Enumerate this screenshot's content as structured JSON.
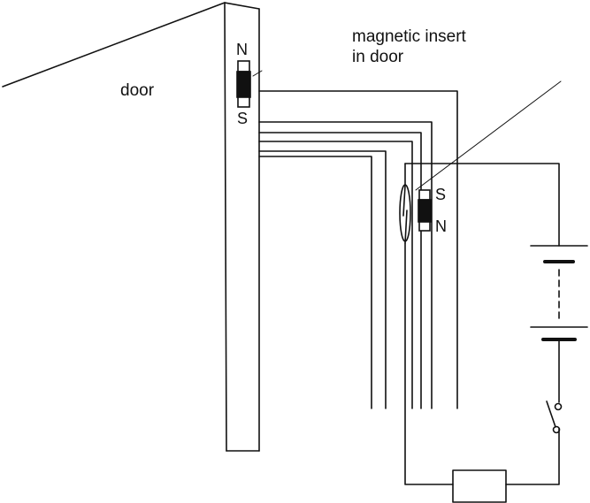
{
  "labels": {
    "door": "door",
    "insert_line1": "magnetic insert",
    "insert_line2": "in door",
    "door_magnet_top_pole": "N",
    "door_magnet_bottom_pole": "S",
    "frame_magnet_top_pole": "S",
    "frame_magnet_bottom_pole": "N"
  },
  "colors": {
    "ink": "#111111",
    "background": "#ffffff"
  }
}
